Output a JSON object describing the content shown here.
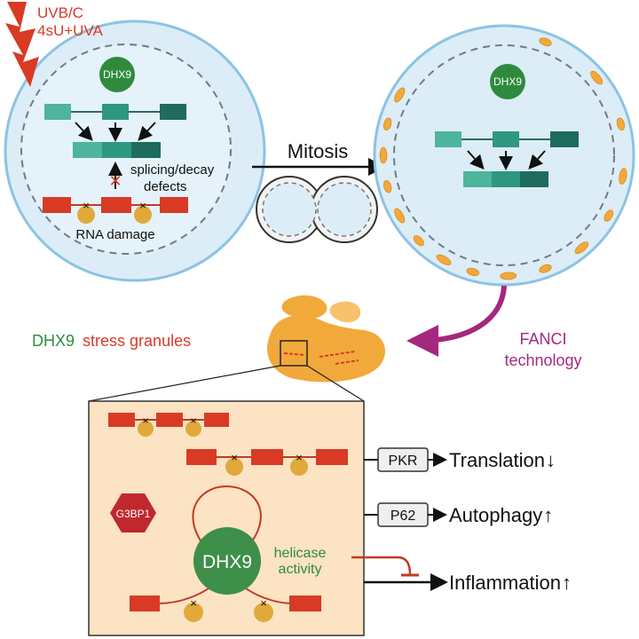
{
  "stimulus": {
    "line1": "UVB/C",
    "line2": "4sU+UVA"
  },
  "left_cell": {
    "protein": "DHX9",
    "defect_line1": "splicing/decay",
    "defect_line2": "defects",
    "damage_label": "RNA damage"
  },
  "transition": {
    "label": "Mitosis"
  },
  "right_cell": {
    "protein": "DHX9"
  },
  "method": {
    "line1": "FANCI",
    "line2": "technology"
  },
  "granule_title": {
    "protein": "DHX9",
    "rest": "stress granules"
  },
  "inset": {
    "g3bp1": "G3BP1",
    "protein": "DHX9",
    "helicase_line1": "helicase",
    "helicase_line2": "activity"
  },
  "outcomes": [
    {
      "box": "PKR",
      "text": "Translation",
      "arrow": "↓"
    },
    {
      "box": "P62",
      "text": "Autophagy",
      "arrow": "↑"
    },
    {
      "box": "",
      "text": "Inflammation",
      "arrow": "↑"
    }
  ],
  "colors": {
    "red": "#d93a26",
    "green": "#2e8b3e",
    "magenta": "#a4287e",
    "granule_orange": "#f2a93b",
    "inset_bg": "#fbe3c3",
    "cell_fill": "#dcedf7",
    "cell_stroke": "#8cc3e3",
    "teal1": "#4db59b",
    "teal2": "#2e9780",
    "teal3": "#1f6b5d",
    "bead_gold": "#e0a93a"
  }
}
